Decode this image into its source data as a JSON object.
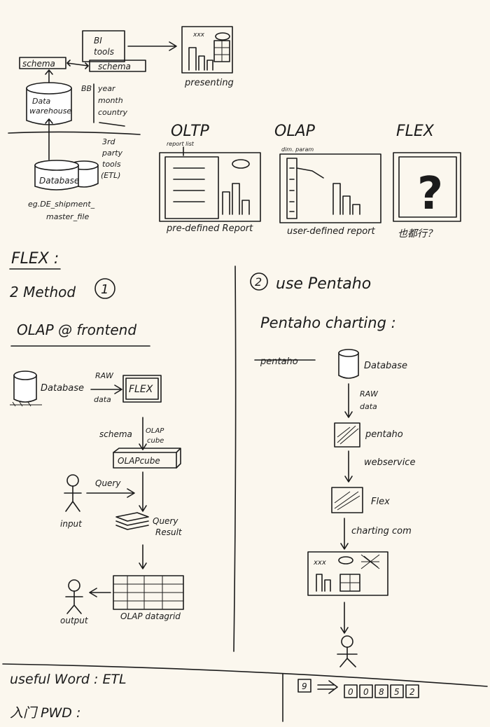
{
  "top": {
    "schema_left": "schema",
    "schema_right": "schema",
    "bi_tools": [
      "BI",
      "tools"
    ],
    "presenting": "presenting",
    "presenting_xxx": "xxx",
    "dw": [
      "Data",
      "warehouse"
    ],
    "bb_dims": [
      "year",
      "month",
      "country"
    ],
    "bb": "BB",
    "etl": [
      "3rd",
      "party",
      "tools",
      "(ETL)"
    ],
    "database": "Database",
    "source": [
      "eg.DE_shipment_",
      "master_file"
    ],
    "oltp_title": "OLTP",
    "oltp_caption": "pre-defined Report",
    "oltp_note": "report list",
    "olap_title": "OLAP",
    "olap_caption": "user-defined report",
    "olap_note": "dim. param",
    "flex_title": "FLEX",
    "flex_caption": "也都行？",
    "flex_q": "?"
  },
  "flex_heading": "FLEX :",
  "left": {
    "methods": "2 Method",
    "num1": "1",
    "olap_frontend": "OLAP @ frontend",
    "database": "Database",
    "raw_data": [
      "RAW",
      "data"
    ],
    "flex_box": "FLEX",
    "schema": "schema",
    "olap_cube_note": [
      "OLAP",
      "cube"
    ],
    "olapcube": "OLAPcube",
    "query": "Query",
    "input": "input",
    "query_result": [
      "Query",
      "Result"
    ],
    "output": "output",
    "datagrid": "OLAP datagrid"
  },
  "right": {
    "num2": "2",
    "use_pentaho": "use Pentaho",
    "pentaho_charting": "Pentaho charting :",
    "strike": "pentaho",
    "database": "Database",
    "raw_data": [
      "RAW",
      "data"
    ],
    "pentaho": "pentaho",
    "webservice": "webservice",
    "flex": "Flex",
    "charting_com": "charting com",
    "xxx": "xxx"
  },
  "bottom": {
    "useful_word": "useful Word : ETL",
    "rumen": "入门 PWD :",
    "seq": [
      "9",
      "0",
      "0",
      "8",
      "5",
      "2"
    ]
  }
}
